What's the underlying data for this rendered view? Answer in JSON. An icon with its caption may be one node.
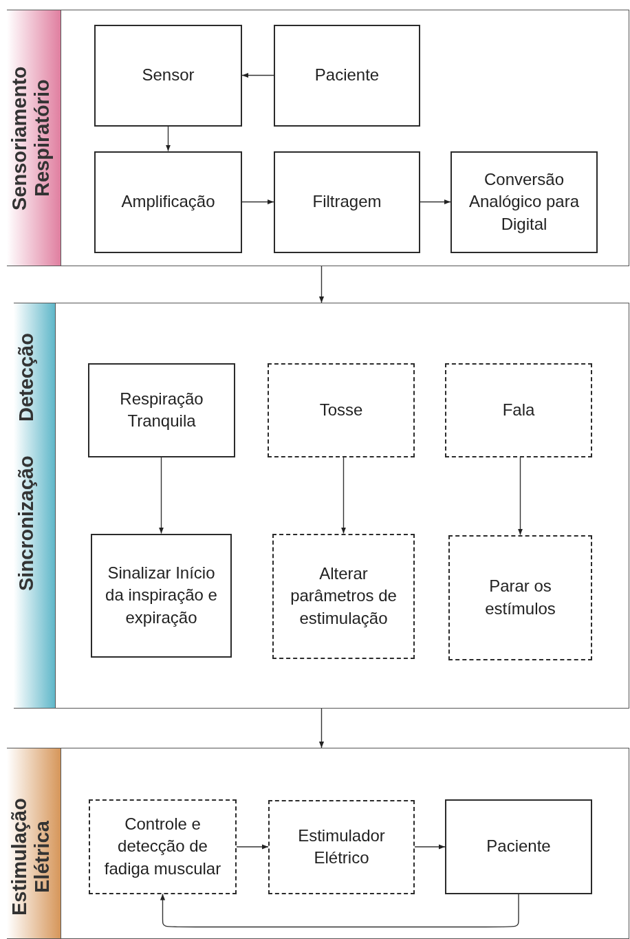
{
  "diagram": {
    "nodes": [
      {
        "text": [
          "Sensoriamento Respiratório"
        ]
      },
      {
        "text": [
          "Sensor"
        ],
        "in": 0
      },
      {
        "text": [
          "Paciente"
        ],
        "in": 0
      },
      {
        "text": [
          "Amplificação"
        ],
        "in": 0
      },
      {
        "text": [
          "Filtragem"
        ],
        "in": 0
      },
      {
        "text": [
          "Conversão Analógico para Digital"
        ],
        "in": 0
      },
      {
        "text": [
          "Detecção",
          "Sincronização"
        ]
      },
      {
        "text": [
          "Respiração Tranquila"
        ],
        "in": 6
      },
      {
        "text": [
          "Tosse"
        ],
        "in": 6
      },
      {
        "text": [
          "Fala"
        ],
        "in": 6
      },
      {
        "text": [
          "Sinalizar Início da inspiração e expiração"
        ],
        "in": 6
      },
      {
        "text": [
          "Alterar parâmetros de estimulação"
        ],
        "in": 6
      },
      {
        "text": [
          "Parar os estímulos"
        ],
        "in": 6
      },
      {
        "text": [
          "Estimulação Elétrica"
        ]
      },
      {
        "text": [
          "Controle e detecção de fadiga muscular"
        ],
        "in": 13
      },
      {
        "text": [
          "Estimulador Elétrico"
        ],
        "in": 13
      },
      {
        "text": [
          "Paciente"
        ],
        "in": 13
      }
    ],
    "edges": [
      {
        "from": 2,
        "to": 1,
        "arrow": "to"
      },
      {
        "from": 1,
        "to": 3,
        "arrow": "to"
      },
      {
        "from": 3,
        "to": 4,
        "arrow": "to"
      },
      {
        "from": 4,
        "to": 5,
        "arrow": "to"
      },
      {
        "from": 0,
        "to": 6,
        "arrow": "to"
      },
      {
        "from": 7,
        "to": 10,
        "arrow": "to"
      },
      {
        "from": 8,
        "to": 11,
        "arrow": "to"
      },
      {
        "from": 9,
        "to": 12,
        "arrow": "to"
      },
      {
        "from": 6,
        "to": 13,
        "arrow": "to"
      },
      {
        "from": 14,
        "to": 15,
        "arrow": "to"
      },
      {
        "from": 15,
        "to": 16,
        "arrow": "to"
      },
      {
        "from": 16,
        "to": 14,
        "arrow": "to"
      }
    ]
  }
}
